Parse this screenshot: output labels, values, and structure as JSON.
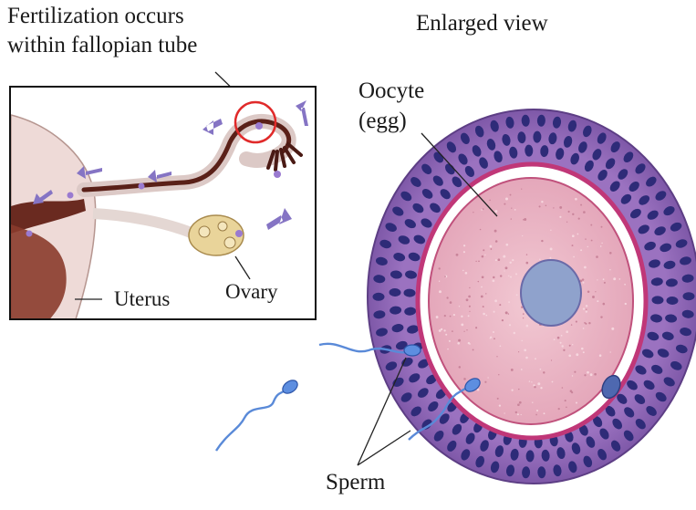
{
  "labels": {
    "title_line1": "Fertilization occurs",
    "title_line2": "within fallopian tube",
    "enlarged_view": "Enlarged view",
    "oocyte_line1": "Oocyte",
    "oocyte_line2": "(egg)",
    "uterus": "Uterus",
    "ovary": "Ovary",
    "sperm": "Sperm"
  },
  "colors": {
    "cumulus_cells": "#8a62b0",
    "cell_nucleus": "#2e2b78",
    "zona_pellucida": "#ffffff",
    "oocyte_membrane": "#d6246e",
    "cytoplasm": "#e9b3c4",
    "nucleus": "#8c9fc8",
    "fertilization_circle": "#e02a2a",
    "sperm": "#4a7fd0",
    "arrows": "#8574c4",
    "tube_outer": "#dcc9c6",
    "tube_lumen": "#5a2018",
    "ovary": "#e8d49a"
  }
}
